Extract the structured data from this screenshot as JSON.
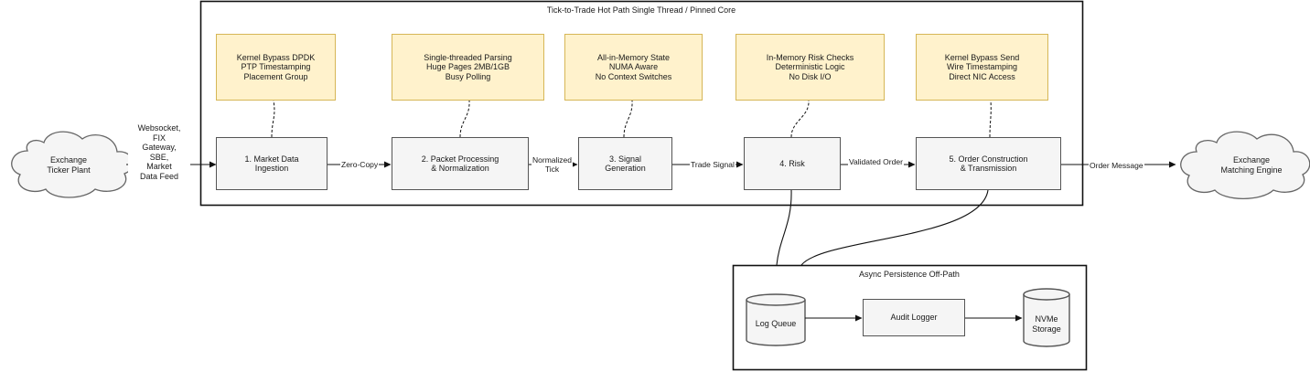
{
  "containers": {
    "hot_path_title": "Tick-to-Trade Hot Path Single Thread / Pinned Core",
    "async_title": "Async Persistence Off-Path"
  },
  "external": {
    "ticker_plant": "Exchange\nTicker Plant",
    "matching_engine": "Exchange\nMatching Engine",
    "feed_label": "Websocket,\nFIX\nGateway,\nSBE,\nMarket\nData Feed"
  },
  "steps": [
    "1. Market Data\nIngestion",
    "2. Packet Processing\n& Normalization",
    "3. Signal\nGeneration",
    "4. Risk",
    "5. Order Construction\n& Transmission"
  ],
  "notes": [
    "Kernel Bypass DPDK\nPTP Timestamping\nPlacement Group",
    "Single-threaded Parsing\nHuge Pages 2MB/1GB\nBusy Polling",
    "All-in-Memory State\nNUMA Aware\nNo Context Switches",
    "In-Memory Risk Checks\nDeterministic Logic\nNo Disk I/O",
    "Kernel Bypass Send\nWire Timestamping\nDirect NIC Access"
  ],
  "edges": {
    "zero_copy": "Zero-Copy",
    "normalized_tick": "Normalized\nTick",
    "trade_signal": "Trade Signal",
    "validated_order": "Validated Order",
    "order_message": "Order Message"
  },
  "async": {
    "log_queue": "Log Queue",
    "audit_logger": "Audit Logger",
    "nvme_storage": "NVMe\nStorage"
  }
}
